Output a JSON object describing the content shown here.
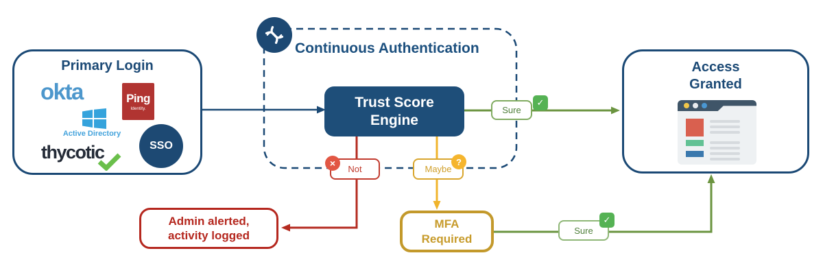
{
  "colors": {
    "navy": "#1b4975",
    "engine_fill": "#1e4e79",
    "red": "#b5271e",
    "red_badge": "#e25744",
    "gold": "#c79b2b",
    "gold_line": "#f0b42c",
    "green_line": "#6b9440",
    "green_badge": "#55b254",
    "okta_blue": "#4d97cc",
    "ping_red": "#b13431",
    "ms_blue": "#35a3dc",
    "thycotic_dark": "#242b37",
    "browser_header": "#3f5568"
  },
  "primary_login": {
    "title": "Primary Login",
    "okta": "okta",
    "ping": "Ping",
    "ping_sub": "Identity.",
    "active_directory": "Active Directory",
    "thycotic": "thycotic",
    "sso": "SSO"
  },
  "continuous_auth": {
    "title": "Continuous Authentication"
  },
  "engine": {
    "label": "Trust Score Engine"
  },
  "decisions": {
    "sure_top": "Sure",
    "not": "Not",
    "maybe": "Maybe",
    "sure_bottom": "Sure"
  },
  "outcomes": {
    "admin": "Admin alerted, activity logged",
    "mfa": "MFA Required",
    "access": "Access Granted"
  },
  "icons": {
    "check": "✓",
    "cross": "×",
    "question": "?"
  }
}
